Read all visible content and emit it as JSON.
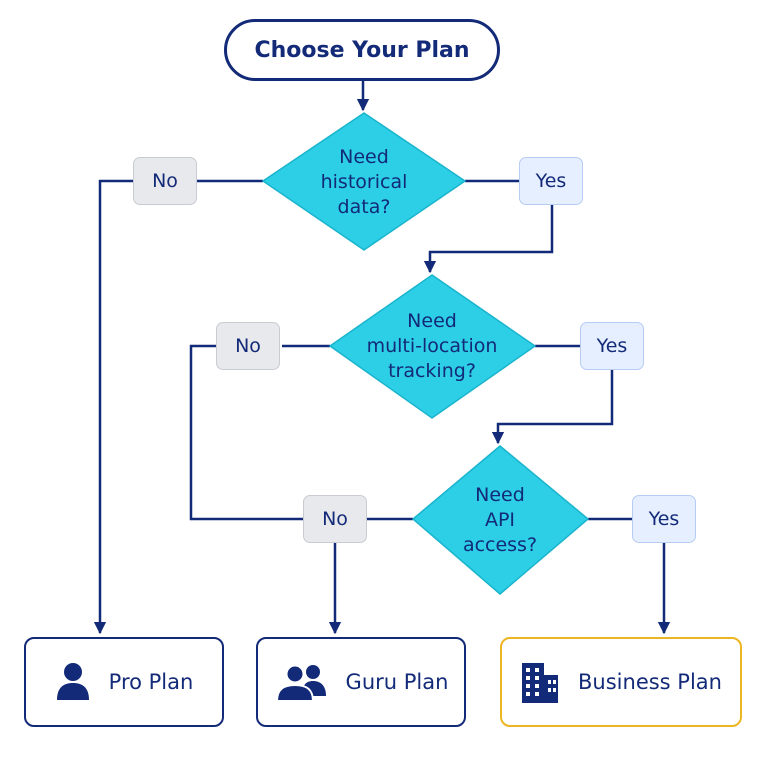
{
  "start_label": "Choose Your Plan",
  "decisions": [
    {
      "line1": "Need",
      "line2": "historical",
      "line3": "data?"
    },
    {
      "line1": "Need",
      "line2": "multi-location",
      "line3": "tracking?"
    },
    {
      "line1": "Need",
      "line2": "API",
      "line3": "access?"
    }
  ],
  "branch_labels": {
    "no": "No",
    "yes": "Yes"
  },
  "plans": [
    {
      "label": "Pro Plan",
      "icon": "person-icon"
    },
    {
      "label": "Guru Plan",
      "icon": "group-icon"
    },
    {
      "label": "Business Plan",
      "icon": "building-icon"
    }
  ],
  "colors": {
    "navy": "#132a78",
    "diamond": "#2ccfe6",
    "diamond_border": "#1ab4cc",
    "no_tag": "#e8e9ec",
    "yes_tag": "#e6efff",
    "business_border": "#ecb623"
  }
}
